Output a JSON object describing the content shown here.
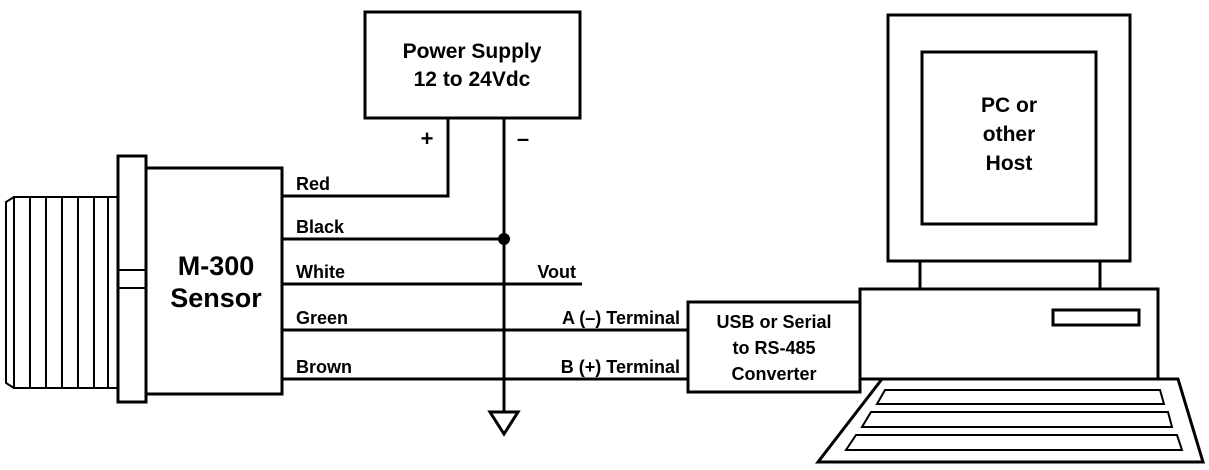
{
  "power_supply": {
    "line1": "Power Supply",
    "line2": "12 to 24Vdc",
    "plus": "+",
    "minus": "–"
  },
  "sensor": {
    "line1": "M-300",
    "line2": "Sensor"
  },
  "wires": {
    "red": "Red",
    "black": "Black",
    "white": "White",
    "green": "Green",
    "brown": "Brown"
  },
  "terminals": {
    "vout": "Vout",
    "a": "A (–) Terminal",
    "b": "B (+) Terminal"
  },
  "converter": {
    "line1": "USB or Serial",
    "line2": "to RS-485",
    "line3": "Converter"
  },
  "host": {
    "line1": "PC or",
    "line2": "other",
    "line3": "Host"
  }
}
